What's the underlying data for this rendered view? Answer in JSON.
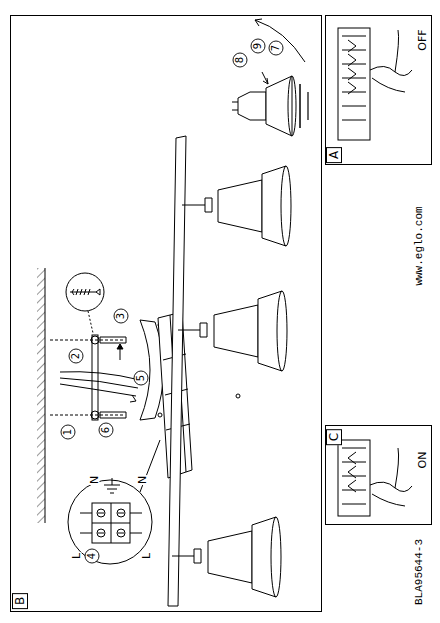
{
  "diagram": {
    "nodes": [
      {
        "text": [
          "A",
          "OFF"
        ]
      },
      {
        "text": [
          "B"
        ]
      },
      {
        "text": [
          "C",
          "ON"
        ]
      }
    ],
    "labels": [
      "1",
      "2",
      "3",
      "4",
      "5",
      "6",
      "7",
      "8",
      "9",
      "N",
      "L",
      "N",
      "L",
      "www.eglo.com",
      "BLA95644-3"
    ]
  }
}
